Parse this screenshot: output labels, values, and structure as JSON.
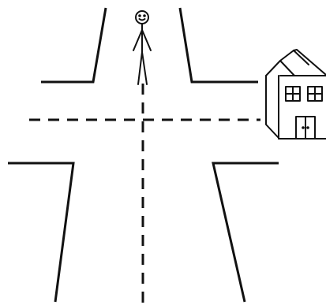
{
  "scene": {
    "elements": [
      "road-intersection",
      "stick-figure-person",
      "house"
    ],
    "colors": {
      "background": "#ffffff",
      "ink": "#111111"
    },
    "house": {
      "windows_front": 2,
      "door_panels": 2
    }
  }
}
